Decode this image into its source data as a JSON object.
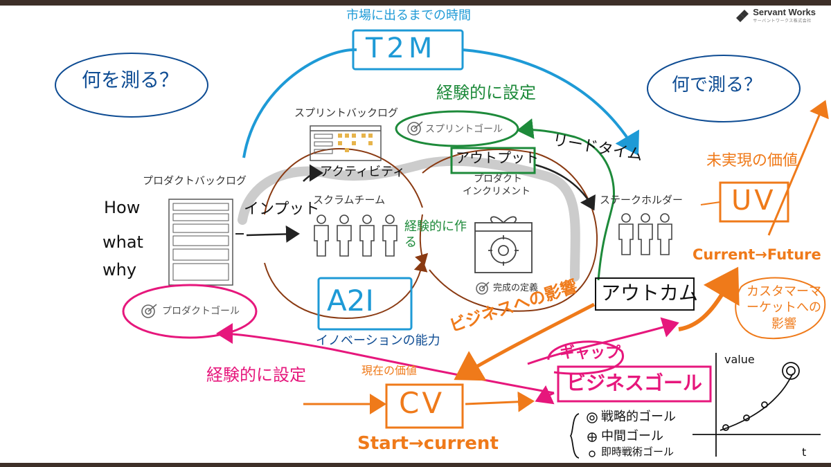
{
  "brand": {
    "name": "Servant Works",
    "tagline": "サーバントワークス株式会社"
  },
  "labels": {
    "t2m_caption": "市場に出るまでの時間",
    "t2m": "T2M",
    "what_measure": "何を測る？",
    "with_measure": "何で測る？",
    "experiential_setting_green": "経験的に設定",
    "sprint_backlog": "スプリントバックログ",
    "sprint_goal": "スプリントゴール",
    "lead_time": "リードタイム",
    "product_backlog": "プロダクトバックログ",
    "scrum_team": "スクラムチーム",
    "product_increment_line1": "プロダクト",
    "product_increment_line2": "インクリメント",
    "stakeholders": "ステークホルダー",
    "output": "アウトプット",
    "activity": "アクティビティ",
    "input": "インプット",
    "make_experientially": "経験的に作る",
    "how": "How",
    "what": "what",
    "why": "why",
    "definition_of_done": "完成の定義",
    "product_goal": "プロダクトゴール",
    "a2i": "A2I",
    "innovation_ability": "イノベーションの能力",
    "outcome": "アウトカム",
    "unrealized_value": "未実現の価値",
    "uv": "UV",
    "current_future": "Current→Future",
    "customer_market_impact": "カスタマーマーケットへの影響",
    "business_impact": "ビジネスへの影響",
    "gap": "ギャップ",
    "business_goal": "ビジネスゴール",
    "experiential_setting_pink": "経験的に設定",
    "current_value": "現在の価値",
    "cv": "CV",
    "start_current": "Start→current",
    "strategic_goal": "戦略的ゴール",
    "intermediate_goal": "中間ゴール",
    "immediate_tactical_goal": "即時戦術ゴール",
    "value_axis": "value",
    "t_axis": "t"
  }
}
